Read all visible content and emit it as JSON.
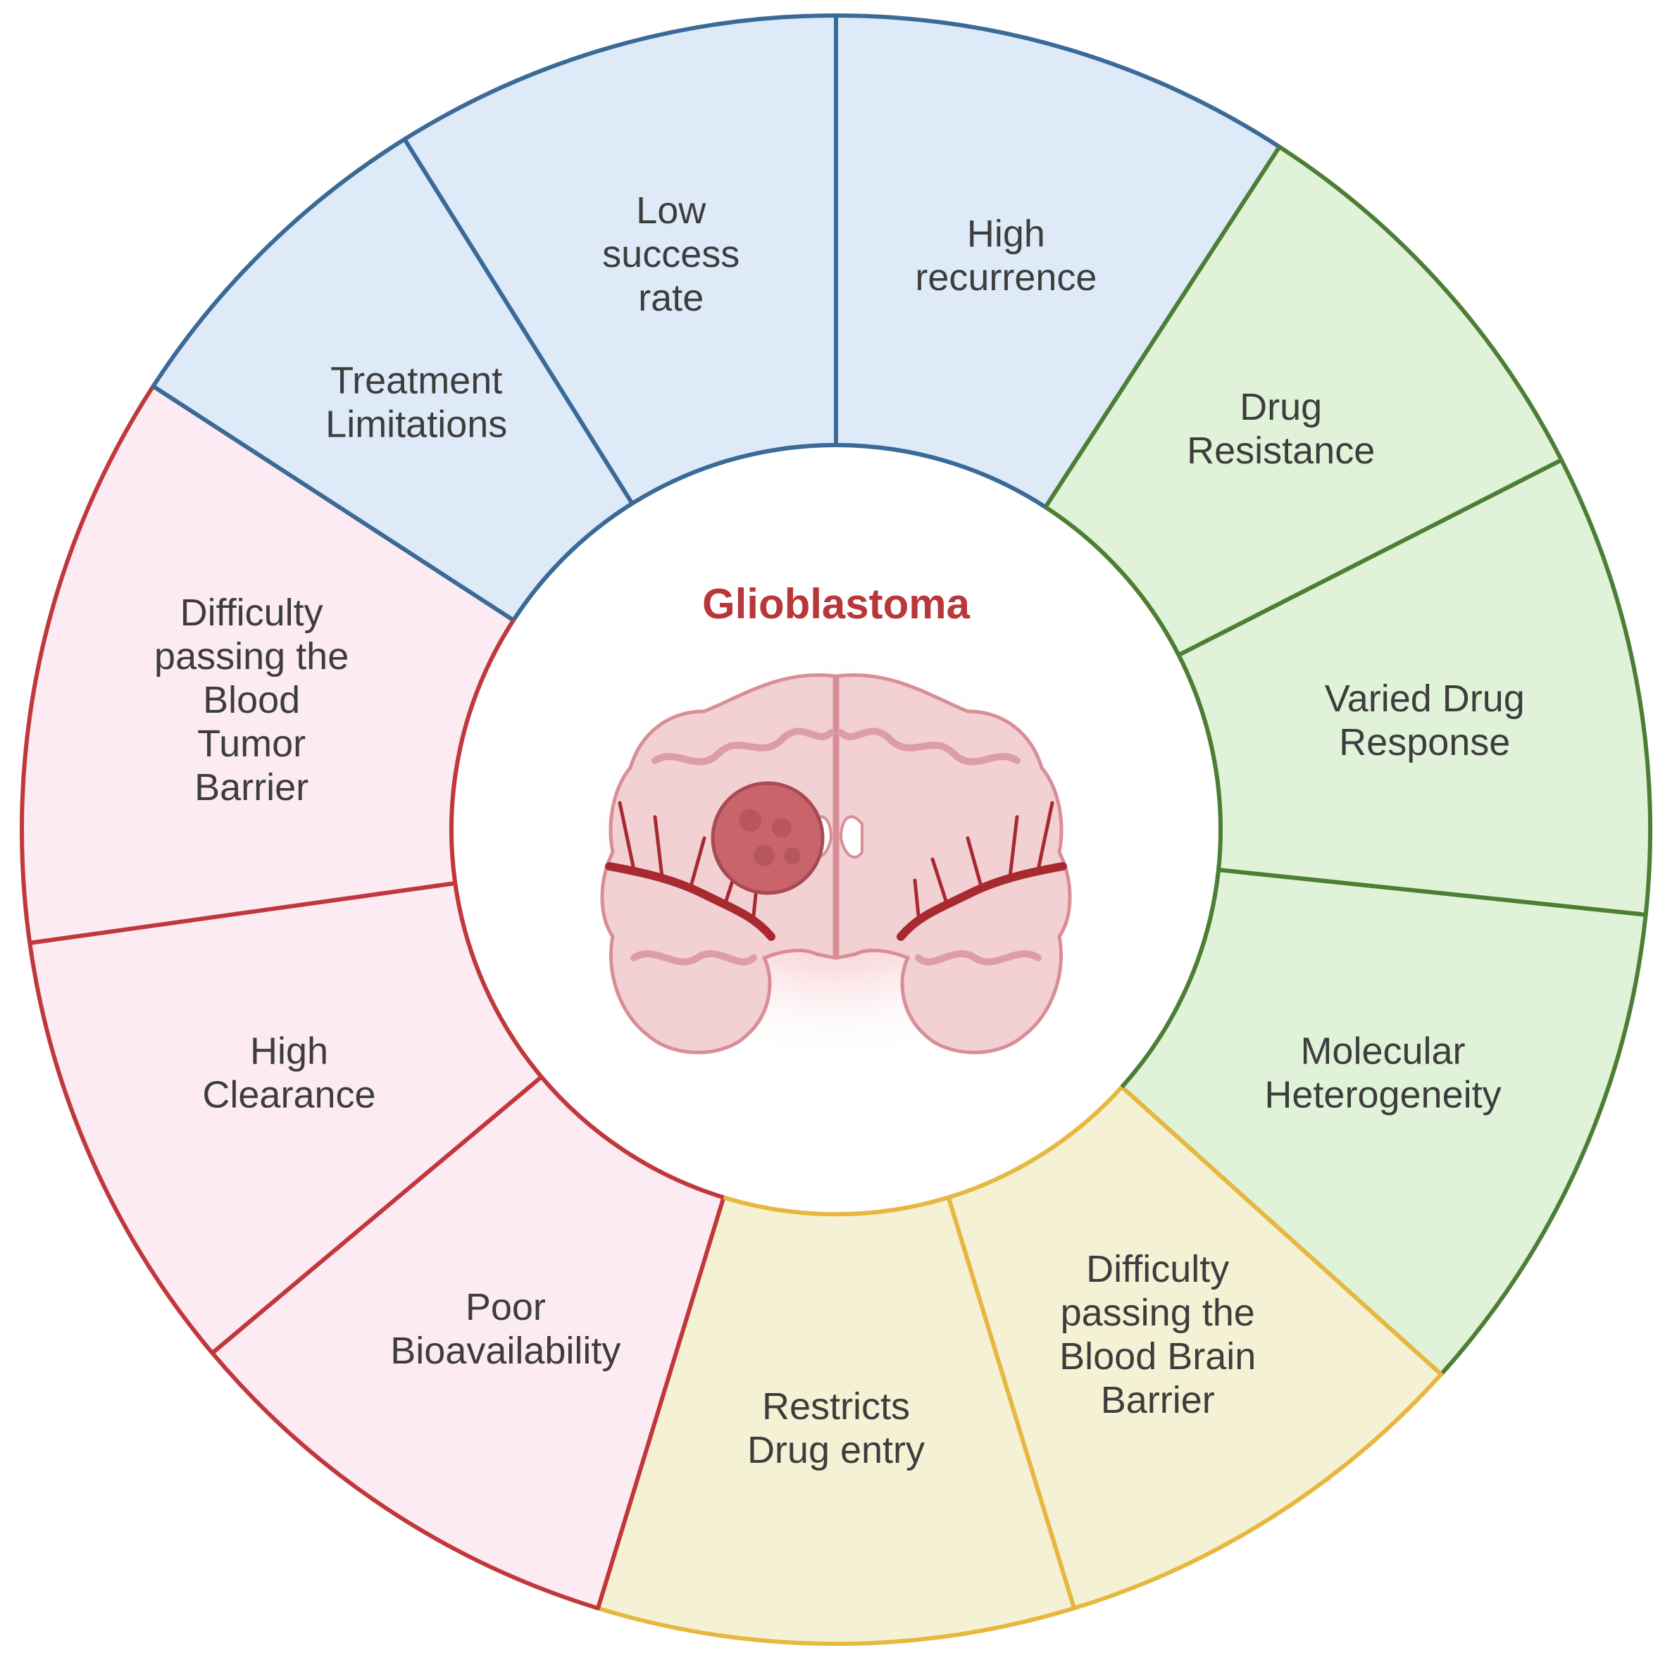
{
  "center": {
    "title": "Glioblastoma",
    "title_color": "#b8373a",
    "illustration": "brain-with-tumor"
  },
  "groups": [
    {
      "id": "treatment",
      "stroke": "#3a6a98",
      "fill": "#dfeaf8"
    },
    {
      "id": "resistance",
      "stroke": "#4d7e35",
      "fill": "#e0f2d8"
    },
    {
      "id": "bbb",
      "stroke": "#e7b73f",
      "fill": "#f5f1d4"
    },
    {
      "id": "btb",
      "stroke": "#c1383c",
      "fill": "#fcebf2"
    }
  ],
  "segments": [
    {
      "group": "treatment",
      "lines": [
        "High",
        "recurrence"
      ]
    },
    {
      "group": "resistance",
      "lines": [
        "Drug",
        "Resistance"
      ]
    },
    {
      "group": "resistance",
      "lines": [
        "Varied Drug",
        "Response"
      ]
    },
    {
      "group": "resistance",
      "lines": [
        "Molecular",
        "Heterogeneity"
      ]
    },
    {
      "group": "bbb",
      "lines": [
        "Difficulty",
        "passing the",
        "Blood Brain",
        "Barrier"
      ]
    },
    {
      "group": "bbb",
      "lines": [
        "Restricts",
        "Drug entry"
      ]
    },
    {
      "group": "btb",
      "lines": [
        "Poor",
        "Bioavailability"
      ]
    },
    {
      "group": "btb",
      "lines": [
        "High",
        "Clearance"
      ]
    },
    {
      "group": "btb",
      "lines": [
        "Difficulty",
        "passing the",
        "Blood",
        "Tumor",
        "Barrier"
      ]
    },
    {
      "group": "treatment",
      "lines": [
        "Treatment",
        "Limitations"
      ]
    },
    {
      "group": "treatment",
      "lines": [
        "Low",
        "success",
        "rate"
      ]
    }
  ]
}
